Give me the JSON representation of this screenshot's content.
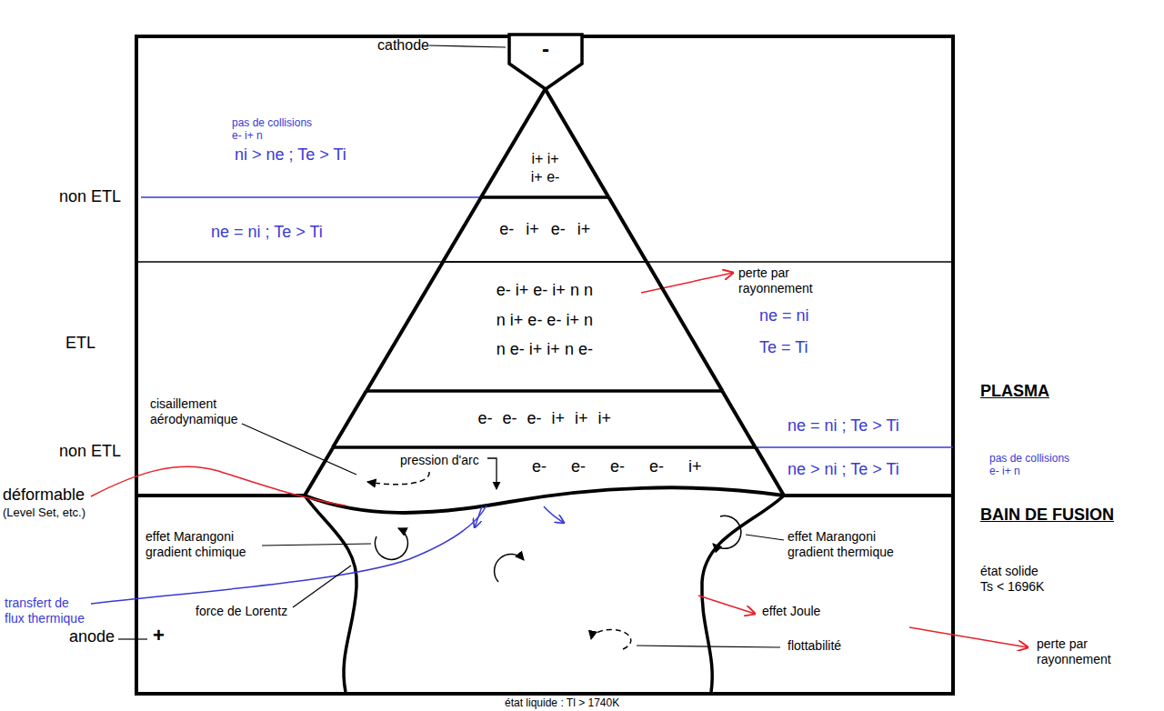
{
  "diagram": {
    "nodes": [
      {
        "text": [
          "-"
        ]
      },
      {
        "text": [
          "i+ i+ i+ e-"
        ]
      },
      {
        "text": [
          "e- i+ e- i+"
        ]
      },
      {
        "text": [
          "e- i+ e- i+ n n n i+ e- e- i+ n n e- i+ i+ n e-"
        ]
      },
      {
        "text": [
          "e- e- e- i+ i+ i+"
        ]
      },
      {
        "text": [
          "e- e- e- e- i+"
        ]
      }
    ],
    "labels": [
      "cathode",
      "pas de collisions e- i+ n",
      "ni > ne ; Te > Ti",
      "non ETL",
      "ne = ni ; Te > Ti",
      "perte par rayonnement",
      "ETL",
      "ne = ni Te = Ti",
      "PLASMA",
      "cisaillement aérodynamique",
      "non ETL",
      "ne = ni ; Te > Ti",
      "pression d'arc",
      "ne > ni ; Te > Ti",
      "pas de collisions e- i+ n",
      "déformable",
      "(Level Set, etc.)",
      "BAIN DE FUSION",
      "effet Marangoni gradient chimique",
      "effet Marangoni gradient thermique",
      "état solide Ts < 1696K",
      "transfert de flux thermique",
      "force de Lorentz",
      "effet Joule",
      "anode",
      "+",
      "perte par rayonnement",
      "flottabilité",
      "état liquide : Tl > 1740K"
    ]
  }
}
